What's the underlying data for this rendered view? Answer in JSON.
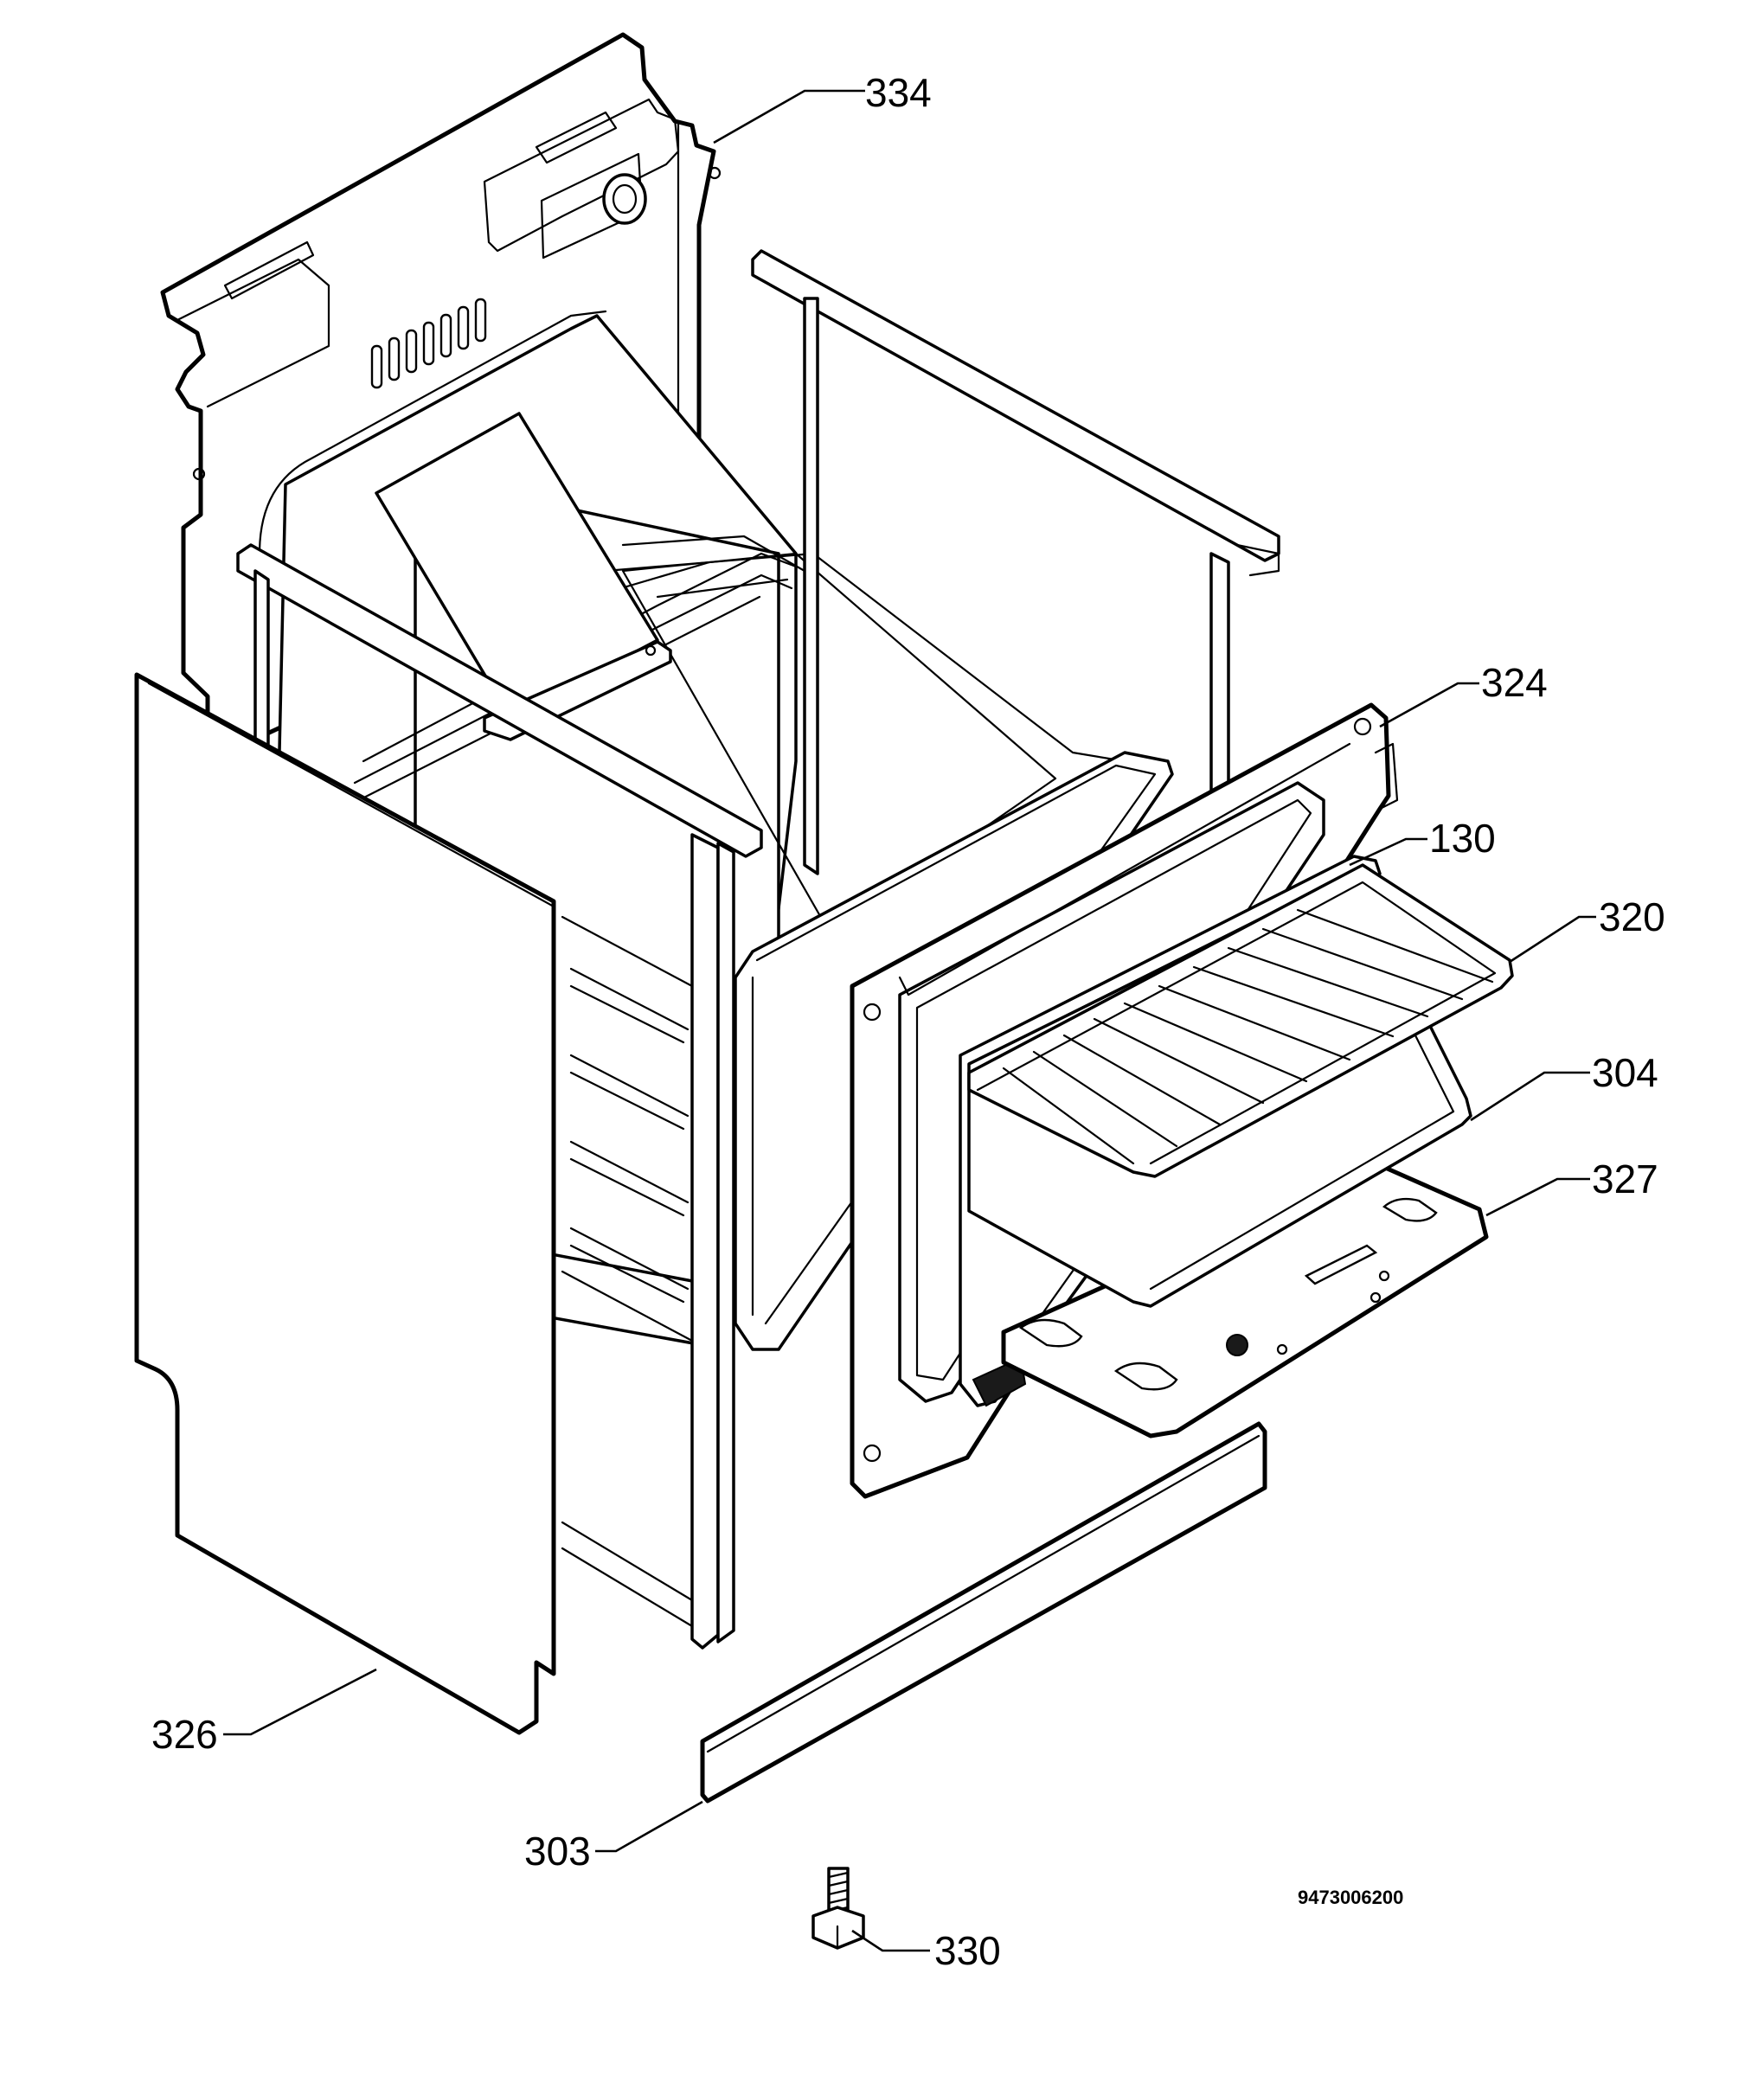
{
  "drawing_number": "9473006200",
  "callouts": [
    {
      "id": "back-panel",
      "number": "334"
    },
    {
      "id": "oven-front-frame",
      "number": "324"
    },
    {
      "id": "door-seal",
      "number": "130"
    },
    {
      "id": "oven-shelf",
      "number": "320"
    },
    {
      "id": "baking-tray",
      "number": "304"
    },
    {
      "id": "bottom-plate",
      "number": "327"
    },
    {
      "id": "side-panel",
      "number": "326"
    },
    {
      "id": "plinth",
      "number": "303"
    },
    {
      "id": "adjustable-foot",
      "number": "330"
    }
  ]
}
